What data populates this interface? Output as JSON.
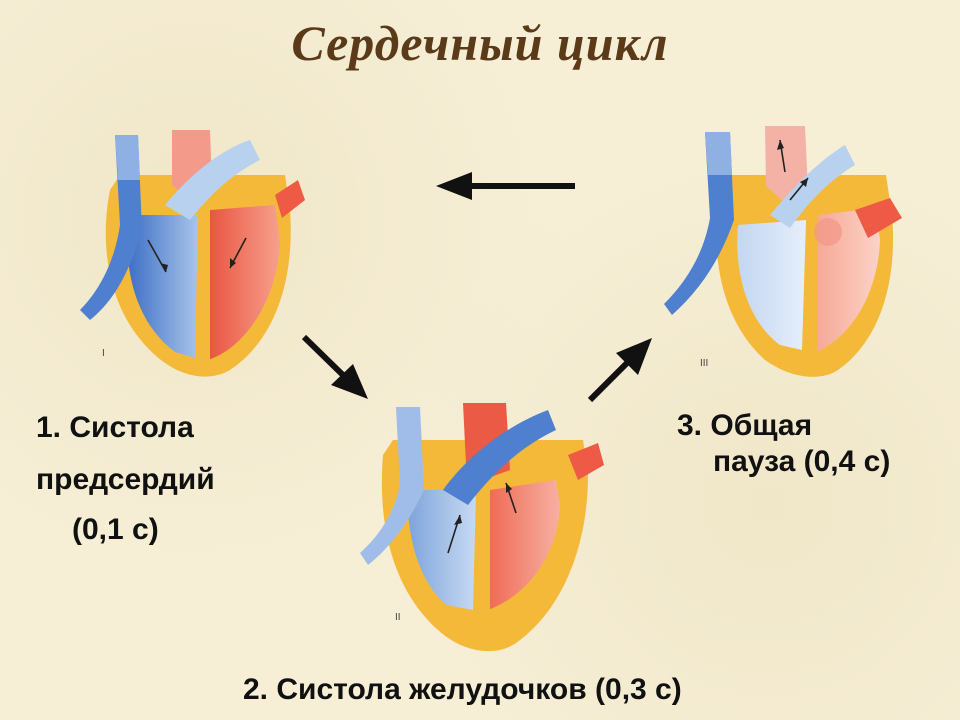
{
  "title": "Сердечный цикл",
  "phases": [
    {
      "roman": "I",
      "line1": "1. Систола",
      "line2": "предсердий",
      "line3": "(0,1 с)"
    },
    {
      "roman": "II",
      "line1": "2. Систола желудочков (0,3 с)"
    },
    {
      "roman": "III",
      "line1": "3. Общая",
      "line2": "пауза (0,4 с)"
    }
  ],
  "colors": {
    "background": "#f6efd6",
    "title": "#5a3a18",
    "tissue": "#f5b93a",
    "venous_blood": "#6f98d8",
    "arterial_blood": "#ee6a57",
    "vessel_pale_blue": "#b8d1ef",
    "arrows": "#111111"
  },
  "icons": [
    "heart-atrial-systole-icon",
    "heart-ventricular-systole-icon",
    "heart-diastole-icon",
    "arrow-icon"
  ]
}
